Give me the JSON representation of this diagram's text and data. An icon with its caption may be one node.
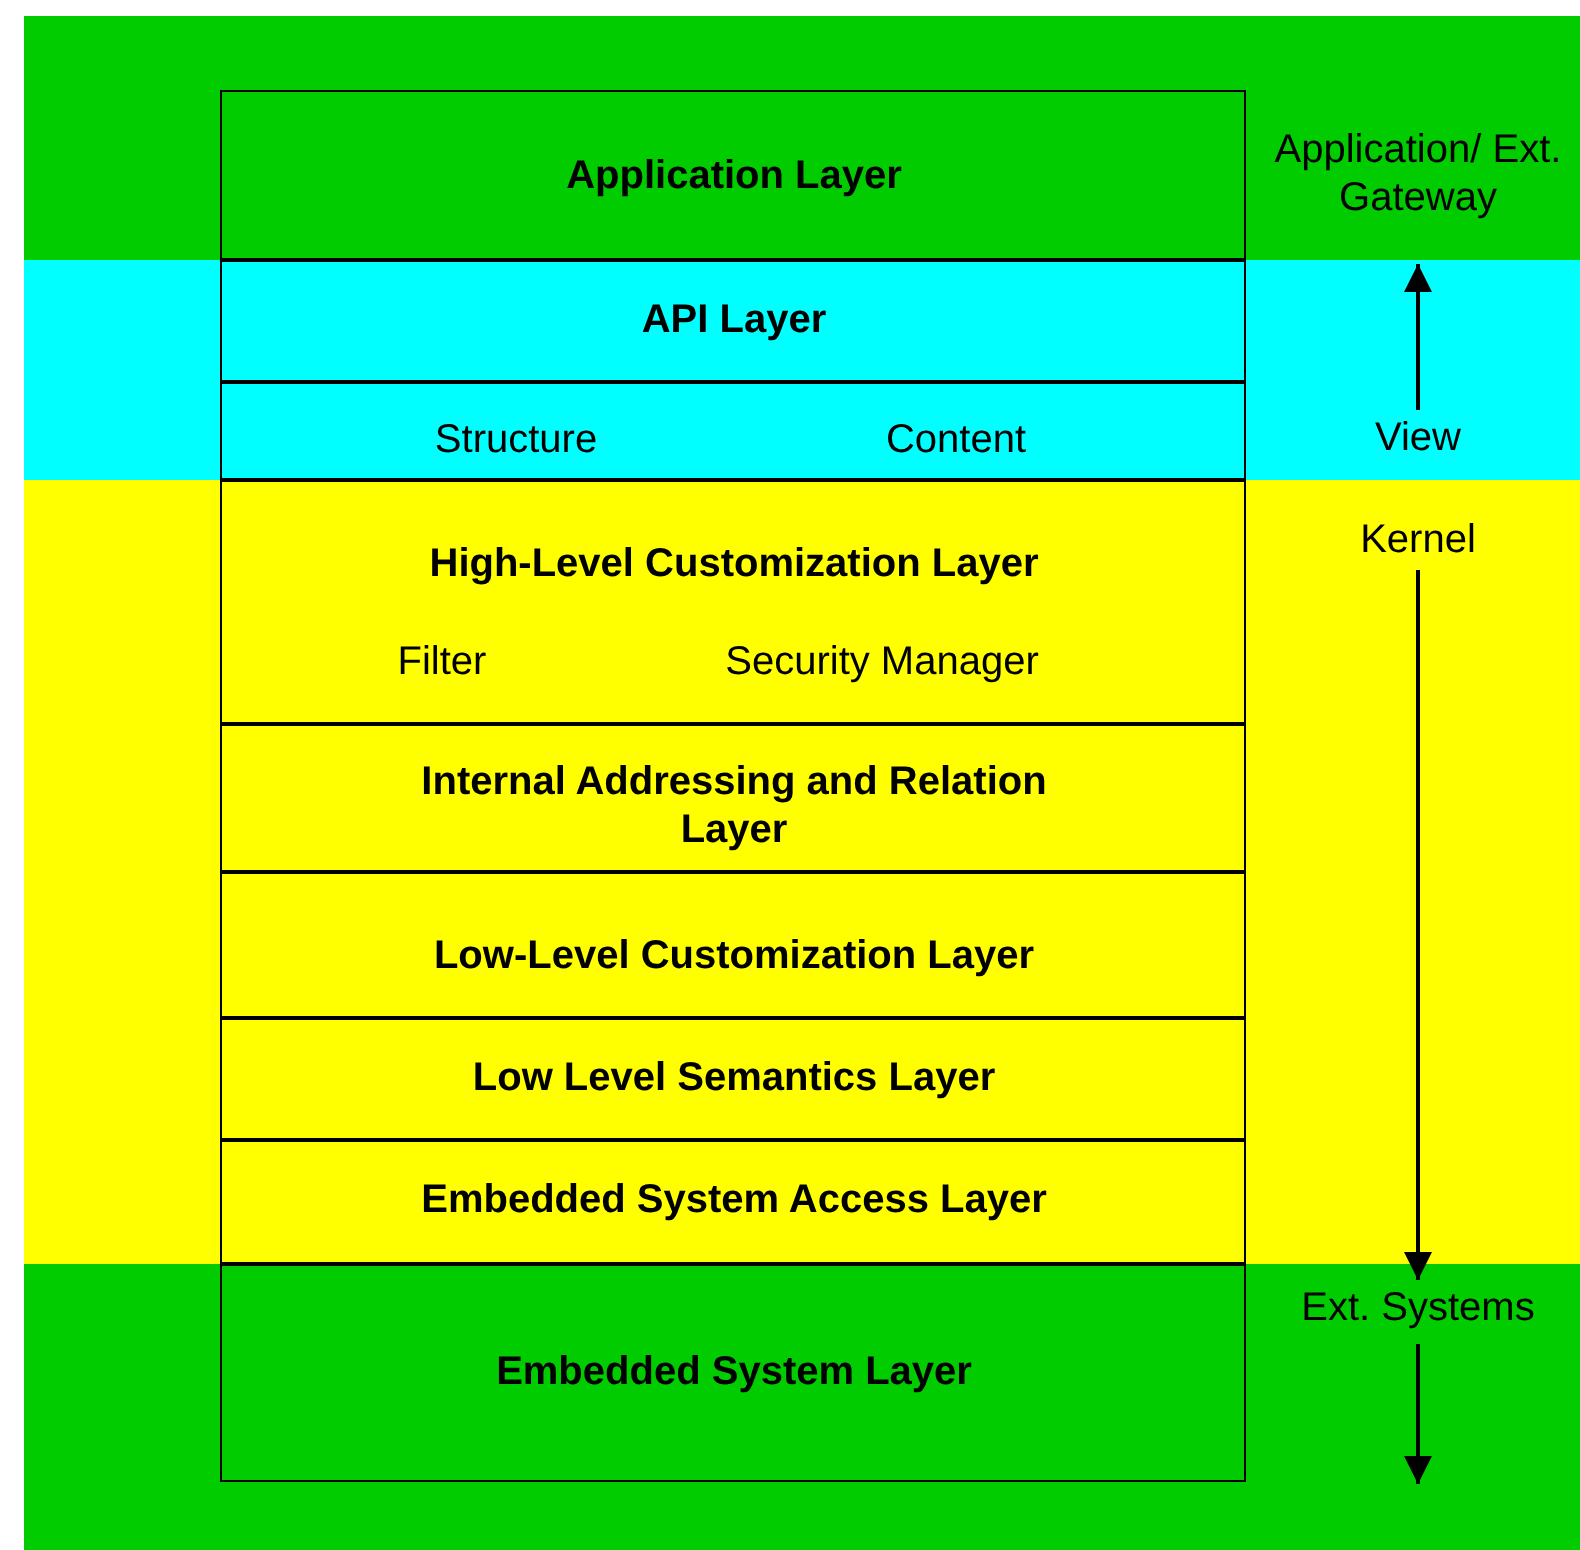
{
  "diagram": {
    "nodes": [
      {
        "text": [
          "Application Layer"
        ]
      },
      {
        "text": [
          "API Layer"
        ]
      },
      {
        "text": [
          "Structure",
          "Content"
        ]
      },
      {
        "text": [
          "High-Level Customization Layer",
          "Filter",
          "Security Manager"
        ]
      },
      {
        "text": [
          "Internal Addressing and Relation Layer"
        ]
      },
      {
        "text": [
          "Low-Level Customization Layer"
        ]
      },
      {
        "text": [
          "Low Level Semantics Layer"
        ]
      },
      {
        "text": [
          "Embedded System Access Layer"
        ]
      },
      {
        "text": [
          "Embedded System Layer"
        ]
      },
      {
        "text": [
          "Application/ Ext. Gateway"
        ]
      },
      {
        "text": [
          "View"
        ]
      },
      {
        "text": [
          "Kernel"
        ]
      },
      {
        "text": [
          "Ext. Systems"
        ]
      }
    ],
    "edges": [
      {
        "from": 10,
        "to": 9,
        "arrow": "to"
      },
      {
        "from": 11,
        "to": 12,
        "arrow": "to"
      },
      {
        "from": 12,
        "to": null,
        "arrow": "to"
      }
    ]
  }
}
